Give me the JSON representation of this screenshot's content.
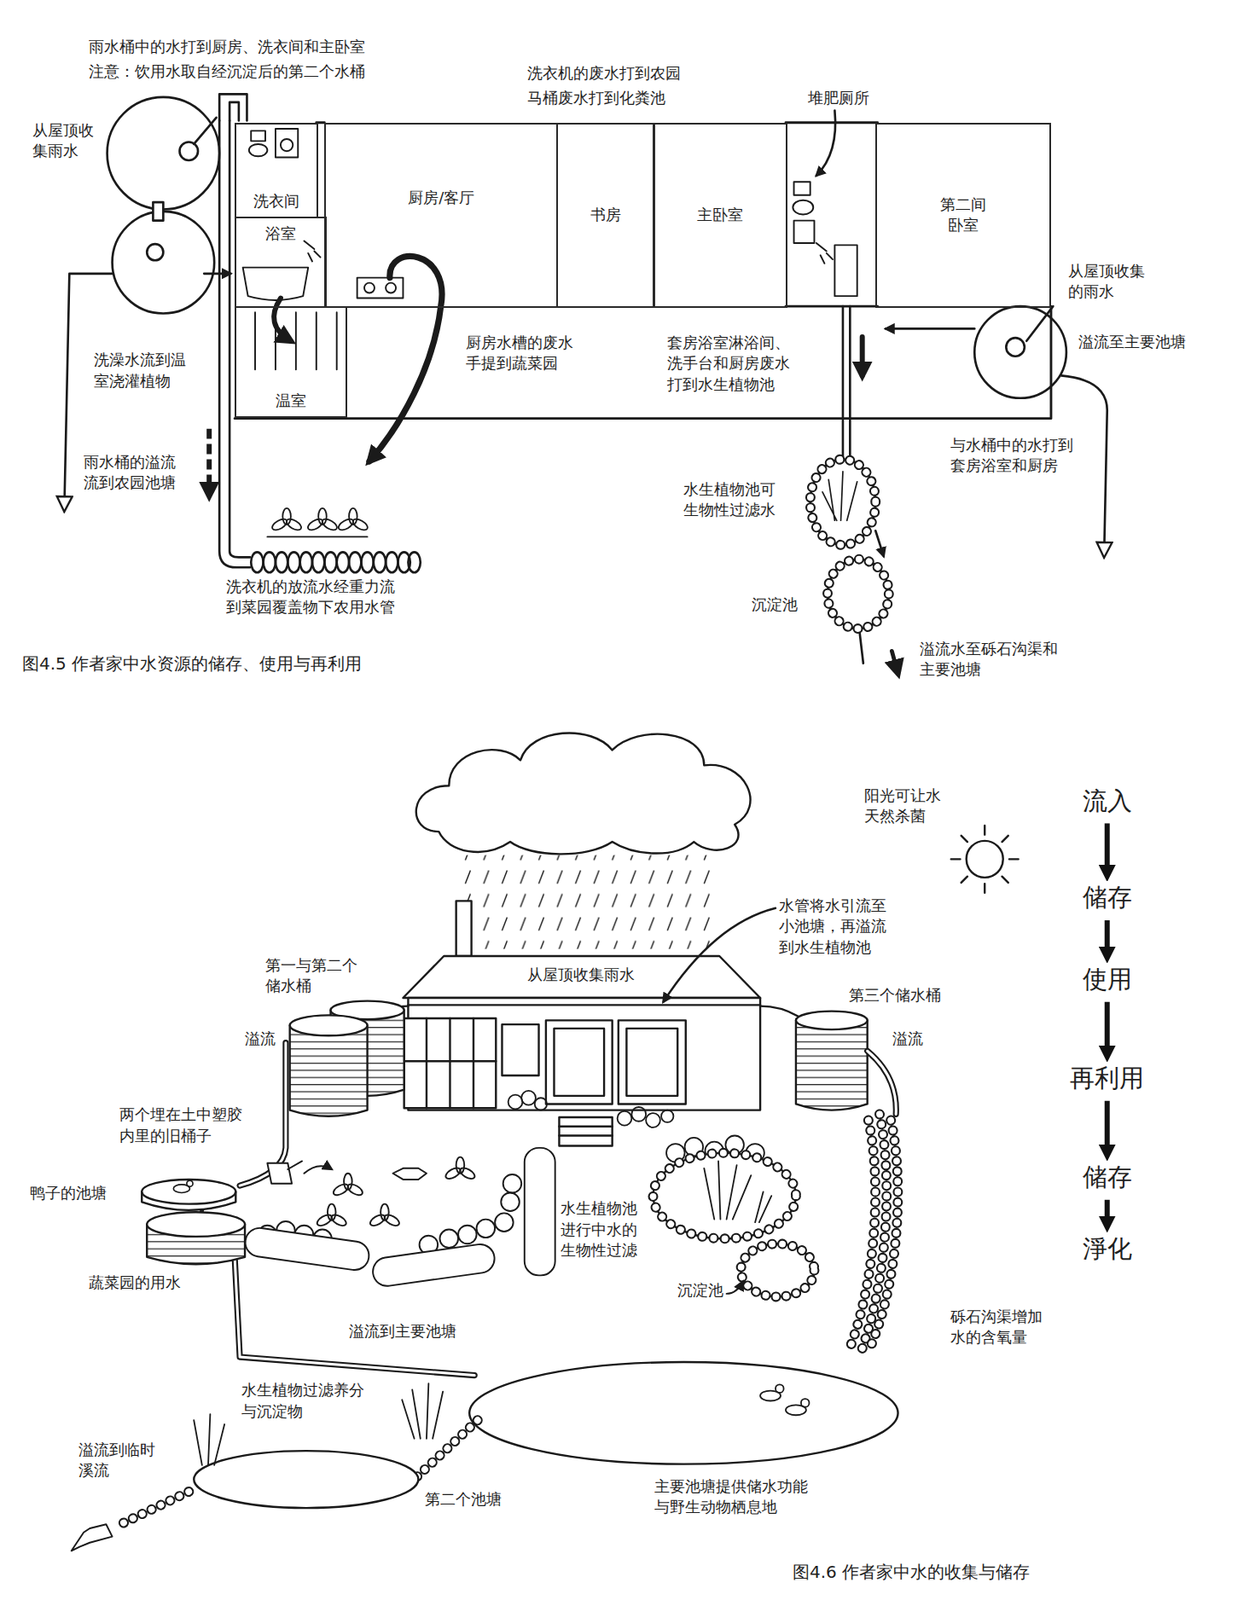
{
  "diagram": {
    "nodes": [
      {
        "text": [
          "洗衣间"
        ]
      },
      {
        "text": [
          "浴室"
        ]
      },
      {
        "text": [
          "温室"
        ]
      },
      {
        "text": [
          "厨房/客厅"
        ]
      },
      {
        "text": [
          "书房"
        ]
      },
      {
        "text": [
          "主卧室"
        ]
      },
      {
        "text": [
          "第二间卧室"
        ]
      },
      {
        "text": [
          "流入"
        ]
      },
      {
        "text": [
          "储存"
        ]
      },
      {
        "text": [
          "使用"
        ]
      },
      {
        "text": [
          "再利用"
        ]
      },
      {
        "text": [
          "储存"
        ]
      },
      {
        "text": [
          "淨化"
        ]
      }
    ],
    "edges": [
      {
        "from": 7,
        "to": 8,
        "arrow": "to"
      },
      {
        "from": 8,
        "to": 9,
        "arrow": "to"
      },
      {
        "from": 9,
        "to": 10,
        "arrow": "to"
      },
      {
        "from": 10,
        "to": 11,
        "arrow": "to"
      },
      {
        "from": 11,
        "to": 12,
        "arrow": "to"
      }
    ],
    "labels": [
      "雨水桶中的水打到厨房、洗衣间和主卧室",
      "注意：饮用水取自经沉淀后的第二个水桶",
      "从屋顶收集雨水",
      "洗衣机的废水打到农园",
      "马桶废水打到化粪池",
      "堆肥厕所",
      "从屋顶收集的雨水",
      "溢流至主要池塘",
      "洗澡水流到温室浇灌植物",
      "厨房水槽的废水手提到蔬菜园",
      "套房浴室淋浴间、洗手台和厨房废水打到水生植物池",
      "与水桶中的水打到套房浴室和厨房",
      "雨水桶的溢流流到农园池塘",
      "水生植物池可生物性过滤水",
      "洗衣机的放流水经重力流到菜园覆盖物下农用水管",
      "沉淀池",
      "溢流水至砾石沟渠和主要池塘",
      "图4.5 作者家中水资源的储存、使用与再利用",
      "阳光可让水天然杀菌",
      "水管将水引流至小池塘，再溢流到水生植物池",
      "第一与第二个储水桶",
      "从屋顶收集雨水",
      "第三个储水桶",
      "溢流",
      "溢流",
      "两个埋在土中塑胶内里的旧桶子",
      "鸭子的池塘",
      "水生植物池进行中水的生物性过滤",
      "蔬菜园的用水",
      "沉淀池",
      "砾石沟渠增加水的含氧量",
      "溢流到主要池塘",
      "水生植物过滤养分与沉淀物",
      "溢流到临时溪流",
      "主要池塘提供储水功能与野生动物栖息地",
      "第二个池塘",
      "图4.6 作者家中水的收集与储存"
    ]
  }
}
